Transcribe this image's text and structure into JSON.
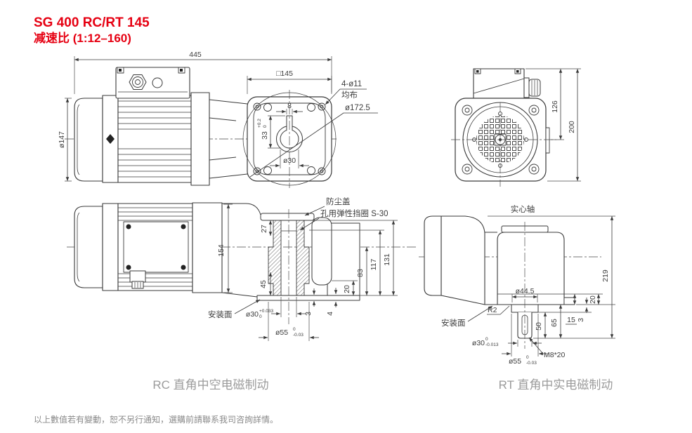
{
  "title": {
    "line1": "SG 400 RC/RT 145",
    "line2": "减速比 (1:12–160)"
  },
  "colors": {
    "accent": "#e60012",
    "line": "#3a3a3a",
    "caption": "#9b9b9b",
    "footer": "#8a8a8a"
  },
  "views": {
    "rc_side": {
      "len445": "445",
      "square145": "□145",
      "holes": "4-ø11",
      "holes_note": "均布",
      "pitch": "ø172.5",
      "key_w": "8",
      "key_h": "33",
      "key_tol_up": "+0.2",
      "key_tol_dn": "0",
      "bore": "ø30",
      "fan_dia": "ø147"
    },
    "front": {
      "h126": "126",
      "h200": "200"
    },
    "rc_top": {
      "w154": "154",
      "d27": "27",
      "d45": "45",
      "h131": "131",
      "h117": "117",
      "h83": "83",
      "d20": "20",
      "d3": "3",
      "d4": "4",
      "bore": "ø30",
      "bore_tol_up": "+0.033",
      "bore_tol_dn": "0",
      "hub": "ø55",
      "hub_tol_up": "0",
      "hub_tol_dn": "-0.03",
      "label_dust_cover": "防尘盖",
      "label_circlip": "孔用弹性挡圈 S-30",
      "label_mount_face": "安装面",
      "caption": "RC 直角中空电磁制动"
    },
    "rt_top": {
      "label_solid_shaft": "实心轴",
      "h219": "219",
      "d20": "20",
      "d3": "3",
      "d15": "15",
      "d65": "65",
      "d50": "50",
      "hub_dia": "ø44.5",
      "fillet": "R2",
      "shaft_dia": "ø30",
      "shaft_tol_up": "0",
      "shaft_tol_dn": "-0.013",
      "flange_dia": "ø55",
      "flange_tol_up": "0",
      "flange_tol_dn": "-0.03",
      "tap": "M8*20",
      "label_mount_face": "安装面",
      "caption": "RT 直角中实电磁制动"
    }
  },
  "footer": {
    "note": "以上數值若有變動，恕不另行通知，選購前請聯系我司咨詢詳情。"
  }
}
